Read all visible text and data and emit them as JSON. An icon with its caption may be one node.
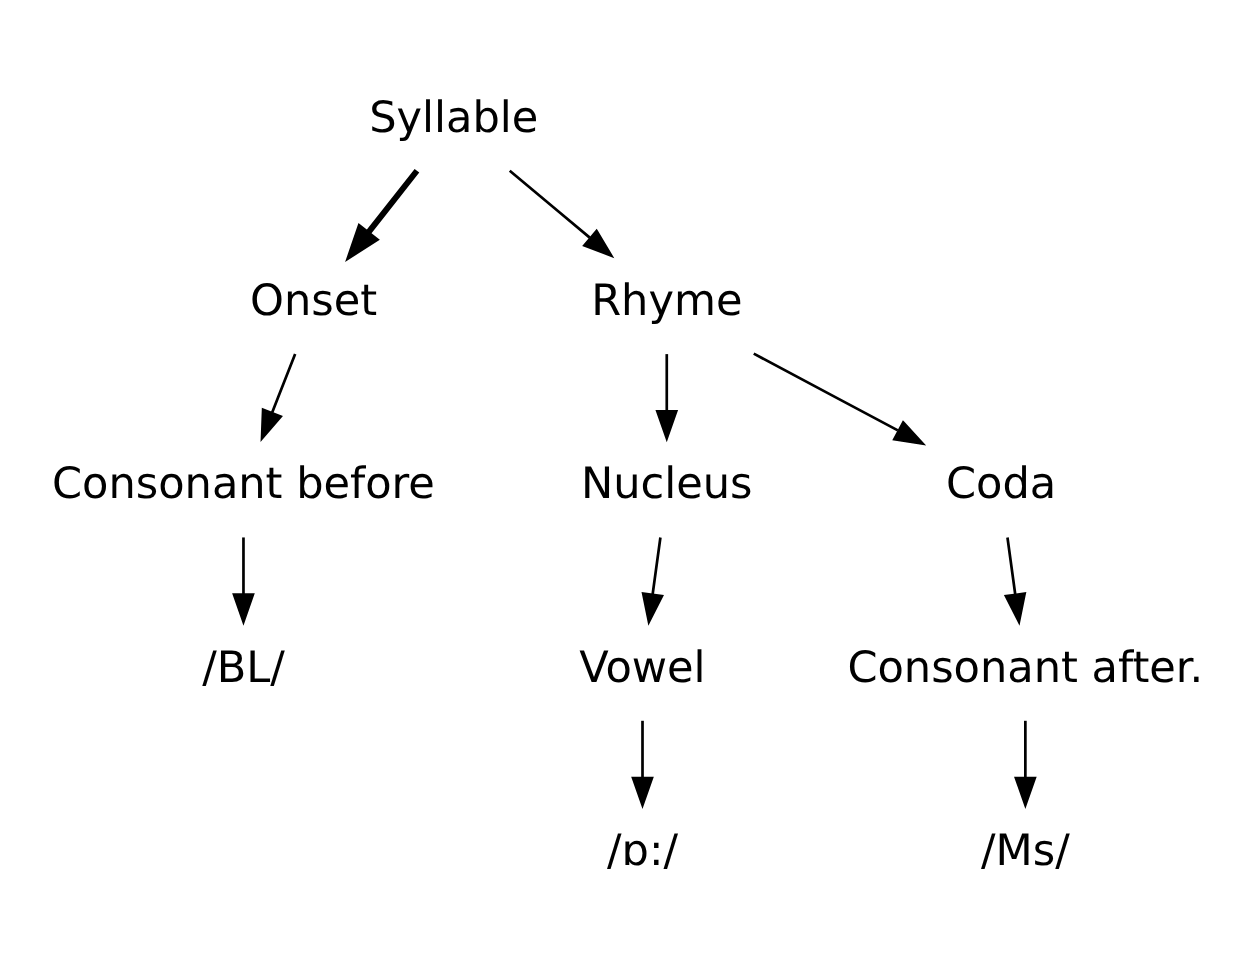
{
  "diagram": {
    "nodes": [
      {
        "text": [
          "Syllable"
        ]
      },
      {
        "text": [
          "Onset"
        ]
      },
      {
        "text": [
          "Rhyme"
        ]
      },
      {
        "text": [
          "Nucleus"
        ]
      },
      {
        "text": [
          "Coda"
        ]
      },
      {
        "text": [
          "Consonant before"
        ]
      },
      {
        "text": [
          "Vowel"
        ]
      },
      {
        "text": [
          "Consonant after."
        ]
      },
      {
        "text": [
          "/BL/"
        ]
      },
      {
        "text": [
          "/ɒ:/"
        ]
      },
      {
        "text": [
          "/Ms/"
        ]
      }
    ],
    "edges": [
      {
        "from": 0,
        "to": 1,
        "arrow": "to",
        "style": "thick"
      },
      {
        "from": 0,
        "to": 2,
        "arrow": "to"
      },
      {
        "from": 2,
        "to": 3,
        "arrow": "to"
      },
      {
        "from": 2,
        "to": 4,
        "arrow": "to"
      },
      {
        "from": 1,
        "to": 5,
        "arrow": "to"
      },
      {
        "from": 3,
        "to": 6,
        "arrow": "to"
      },
      {
        "from": 4,
        "to": 7,
        "arrow": "to"
      },
      {
        "from": 5,
        "to": 8,
        "arrow": "to"
      },
      {
        "from": 6,
        "to": 9,
        "arrow": "to"
      },
      {
        "from": 7,
        "to": 10,
        "arrow": "to"
      }
    ]
  }
}
